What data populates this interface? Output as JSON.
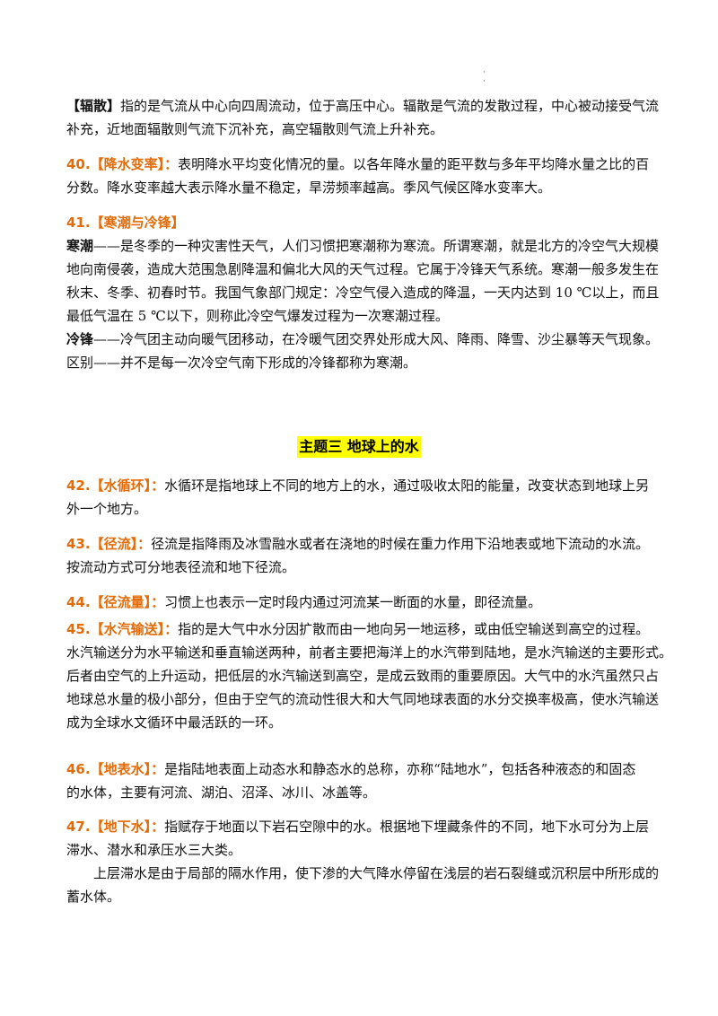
{
  "blocks": {
    "radiation": {
      "term": "【辐散】",
      "l1": "指的是气流从中心向四周流动，位于高压中心。辐散是气流的发散过程，中心被动接受气流",
      "l2": "补充，近地面辐散则气流下沉补充，高空辐散则气流上升补充。"
    },
    "item40": {
      "num": "40.",
      "term": "【降水变率】：",
      "l1": "表明降水平均变化情况的量。以各年降水量的距平数与多年平均降水量之比的百",
      "l2": "分数。降水变率越大表示降水量不稳定，旱涝频率越高。季风气候区降水变率大。"
    },
    "item41": {
      "num": "41.",
      "term": "【寒潮与冷锋】",
      "cold_wave_label": "寒潮",
      "cw1": "——是冬季的一种灾害性天气，人们习惯把寒潮称为寒流。所谓寒潮，就是北方的冷空气大规模",
      "cw2": "地向南侵袭，造成大范围急剧降温和偏北大风的天气过程。它属于冷锋天气系统。寒潮一般多发生在",
      "cw3": "秋末、冬季、初春时节。我国气象部门规定：冷空气侵入造成的降温，一天内达到 10 ℃以上，而且",
      "cw4": "最低气温在 5 ℃以下，则称此冷空气爆发过程为一次寒潮过程。",
      "cold_front_label": "冷锋",
      "cf1": "——冷气团主动向暖气团移动，在冷暖气团交界处形成大风、降雨、降雪、沙尘暴等天气现象。",
      "cf2": "区别——并不是每一次冷空气南下形成的冷锋都称为寒潮。"
    },
    "heading": "主题三  地球上的水",
    "item42": {
      "num": "42.",
      "term": "【水循环】：",
      "l1": "水循环是指地球上不同的地方上的水，通过吸收太阳的能量，改变状态到地球上另",
      "l2": "外一个地方。"
    },
    "item43": {
      "num": "43.",
      "term": "【径流】：",
      "l1": "径流是指降雨及冰雪融水或者在浇地的时候在重力作用下沿地表或地下流动的水流。",
      "l2": "按流动方式可分地表径流和地下径流。"
    },
    "item44": {
      "num": "44.",
      "term": "【径流量】：",
      "l1": "习惯上也表示一定时段内通过河流某一断面的水量，即径流量。"
    },
    "item45": {
      "num": "45.",
      "term": "【水汽输送】：",
      "l1": "指的是大气中水分因扩散而由一地向另一地运移，或由低空输送到高空的过程。",
      "l2": "水汽输送分为水平输送和垂直输送两种，前者主要把海洋上的水汽带到陆地，是水汽输送的主要形式。",
      "l3": "后者由空气的上升运动，把低层的水汽输送到高空，是成云致雨的重要原因。大气中的水汽虽然只占",
      "l4": "地球总水量的极小部分，但由于空气的流动性很大和大气同地球表面的水分交换率极高，使水汽输送",
      "l5": "成为全球水文循环中最活跃的一环。"
    },
    "item46": {
      "num": "46.",
      "term": "【地表水】：",
      "l1": "是指陆地表面上动态水和静态水的总称，亦称“陆地水”，包括各种液态的和固态",
      "l2": "的水体，主要有河流、湖泊、沼泽、冰川、冰盖等。"
    },
    "item47": {
      "num": "47.",
      "term": "【地下水】：",
      "l1": "指赋存于地面以下岩石空隙中的水。根据地下埋藏条件的不同，地下水可分为上层",
      "l2": "滞水、潜水和承压水三大类。",
      "p1": "上层滞水是由于局部的隔水作用，使下渗的大气降水停留在浅层的岩石裂缝或沉积层中所形成的",
      "p2": "蓄水体。"
    }
  },
  "colors": {
    "term": "#e36c09",
    "heading_bg": "#ffff00"
  }
}
